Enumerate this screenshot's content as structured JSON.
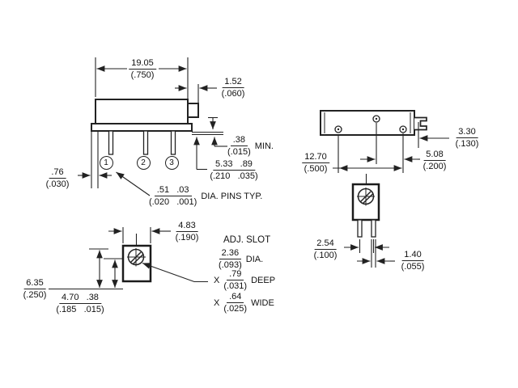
{
  "drawing": {
    "side_view": {
      "body_width": {
        "mm": "19.05",
        "in": "(.750)"
      },
      "tab": {
        "mm": "1.52",
        "in": "(.060)"
      },
      "standoff": {
        "mm": ".38",
        "in": "(.015)",
        "suffix": "MIN."
      },
      "pin_length": {
        "mm": "5.33   .89",
        "in": "(.210   .035)"
      },
      "edge_offset": {
        "mm": ".76",
        "in": "(.030)"
      },
      "pin_diameter": {
        "mm": ".51   .03",
        "in": "(.020   .001)",
        "suffix": "DIA. PINS TYP."
      },
      "pin_numbers": [
        "1",
        "2",
        "3"
      ]
    },
    "top_view": {
      "outer_pin_span": {
        "mm": "12.70",
        "in": "(.500)"
      },
      "pin_pitch": {
        "mm": "5.08",
        "in": "(.200)"
      },
      "tab_length": {
        "mm": "3.30",
        "in": "(.130)"
      }
    },
    "front_view": {
      "body_width": {
        "mm": "4.83",
        "in": "(.190)"
      },
      "body_height": {
        "mm": "6.35",
        "in": "(.250)"
      },
      "screw_center": {
        "mm": "4.70   .38",
        "in": "(.185   .015)"
      },
      "adj_slot": {
        "title": "ADJ. SLOT",
        "dia": {
          "mm": "2.36",
          "in": "(.093)",
          "suffix": "DIA."
        },
        "deep": {
          "prefix": "X",
          "mm": ".79",
          "in": "(.031)",
          "suffix": "DEEP"
        },
        "wide": {
          "prefix": "X",
          "mm": ".64",
          "in": "(.025)",
          "suffix": "WIDE"
        }
      }
    },
    "end_view": {
      "pin_pitch": {
        "mm": "2.54",
        "in": "(.100)"
      },
      "pin_width": {
        "mm": "1.40",
        "in": "(.055)"
      }
    },
    "colors": {
      "line": "#222222",
      "background": "#ffffff"
    }
  }
}
